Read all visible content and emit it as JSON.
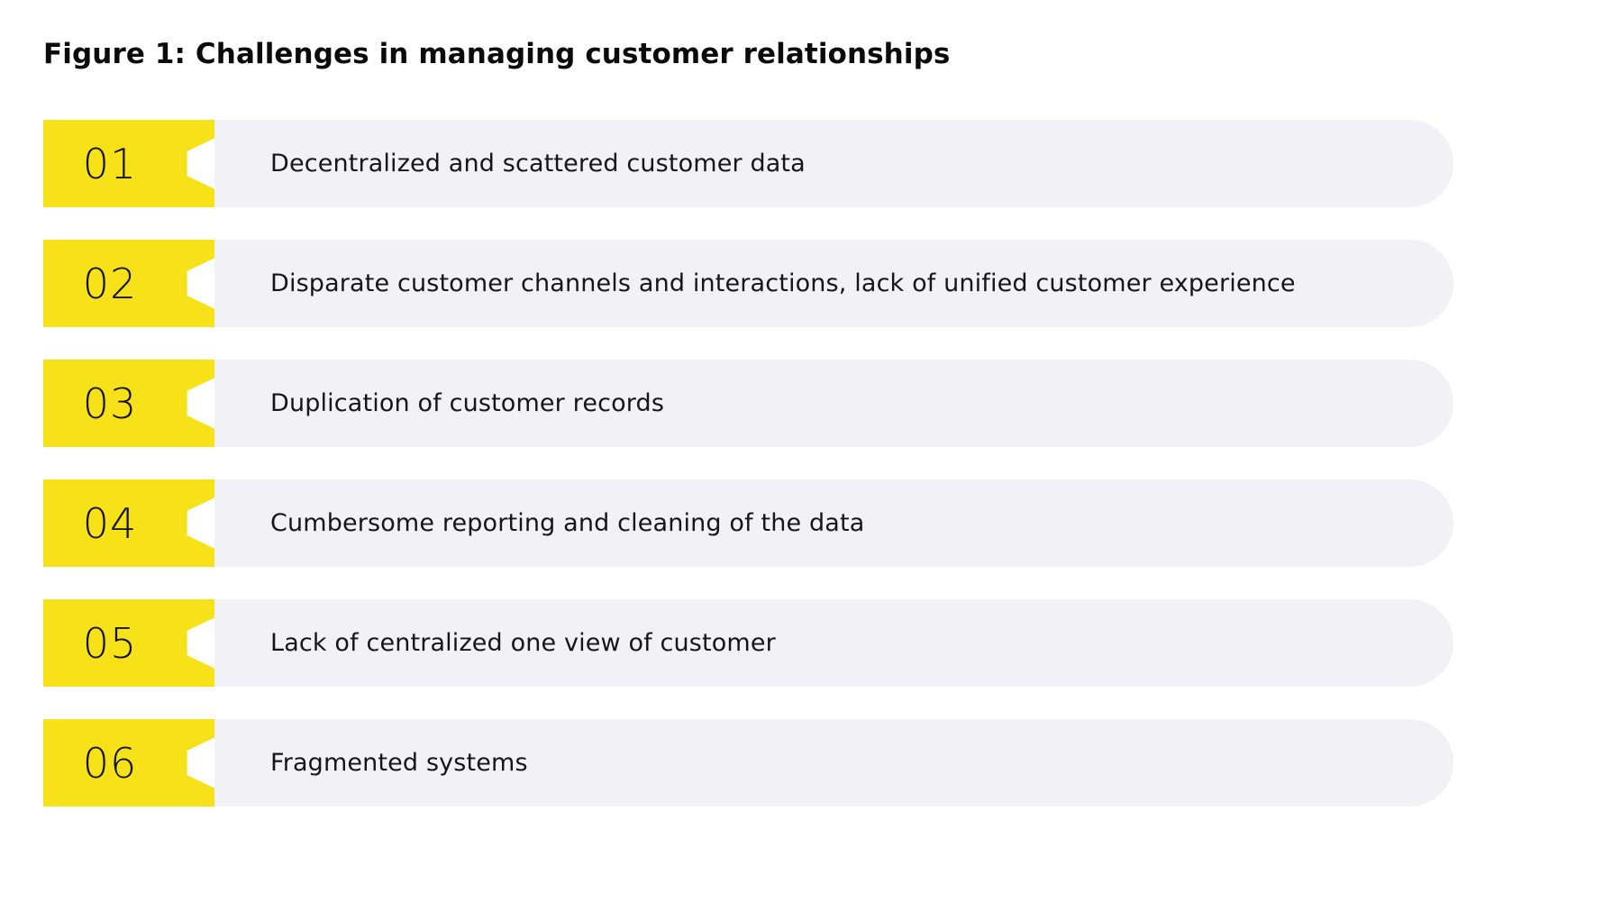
{
  "figure": {
    "title": "Figure 1: Challenges in managing customer relationships",
    "colors": {
      "badge_yellow": "#F7E119",
      "pill_gray": "#F2F2F6",
      "text_black": "#121212",
      "background": "#FFFFFF"
    },
    "items": [
      {
        "number": "01",
        "label": "Decentralized and scattered customer data"
      },
      {
        "number": "02",
        "label": "Disparate customer channels and interactions, lack of unified customer experience"
      },
      {
        "number": "03",
        "label": "Duplication of customer records"
      },
      {
        "number": "04",
        "label": "Cumbersome reporting and cleaning of the data"
      },
      {
        "number": "05",
        "label": "Lack of centralized one view of customer"
      },
      {
        "number": "06",
        "label": "Fragmented systems"
      }
    ]
  }
}
